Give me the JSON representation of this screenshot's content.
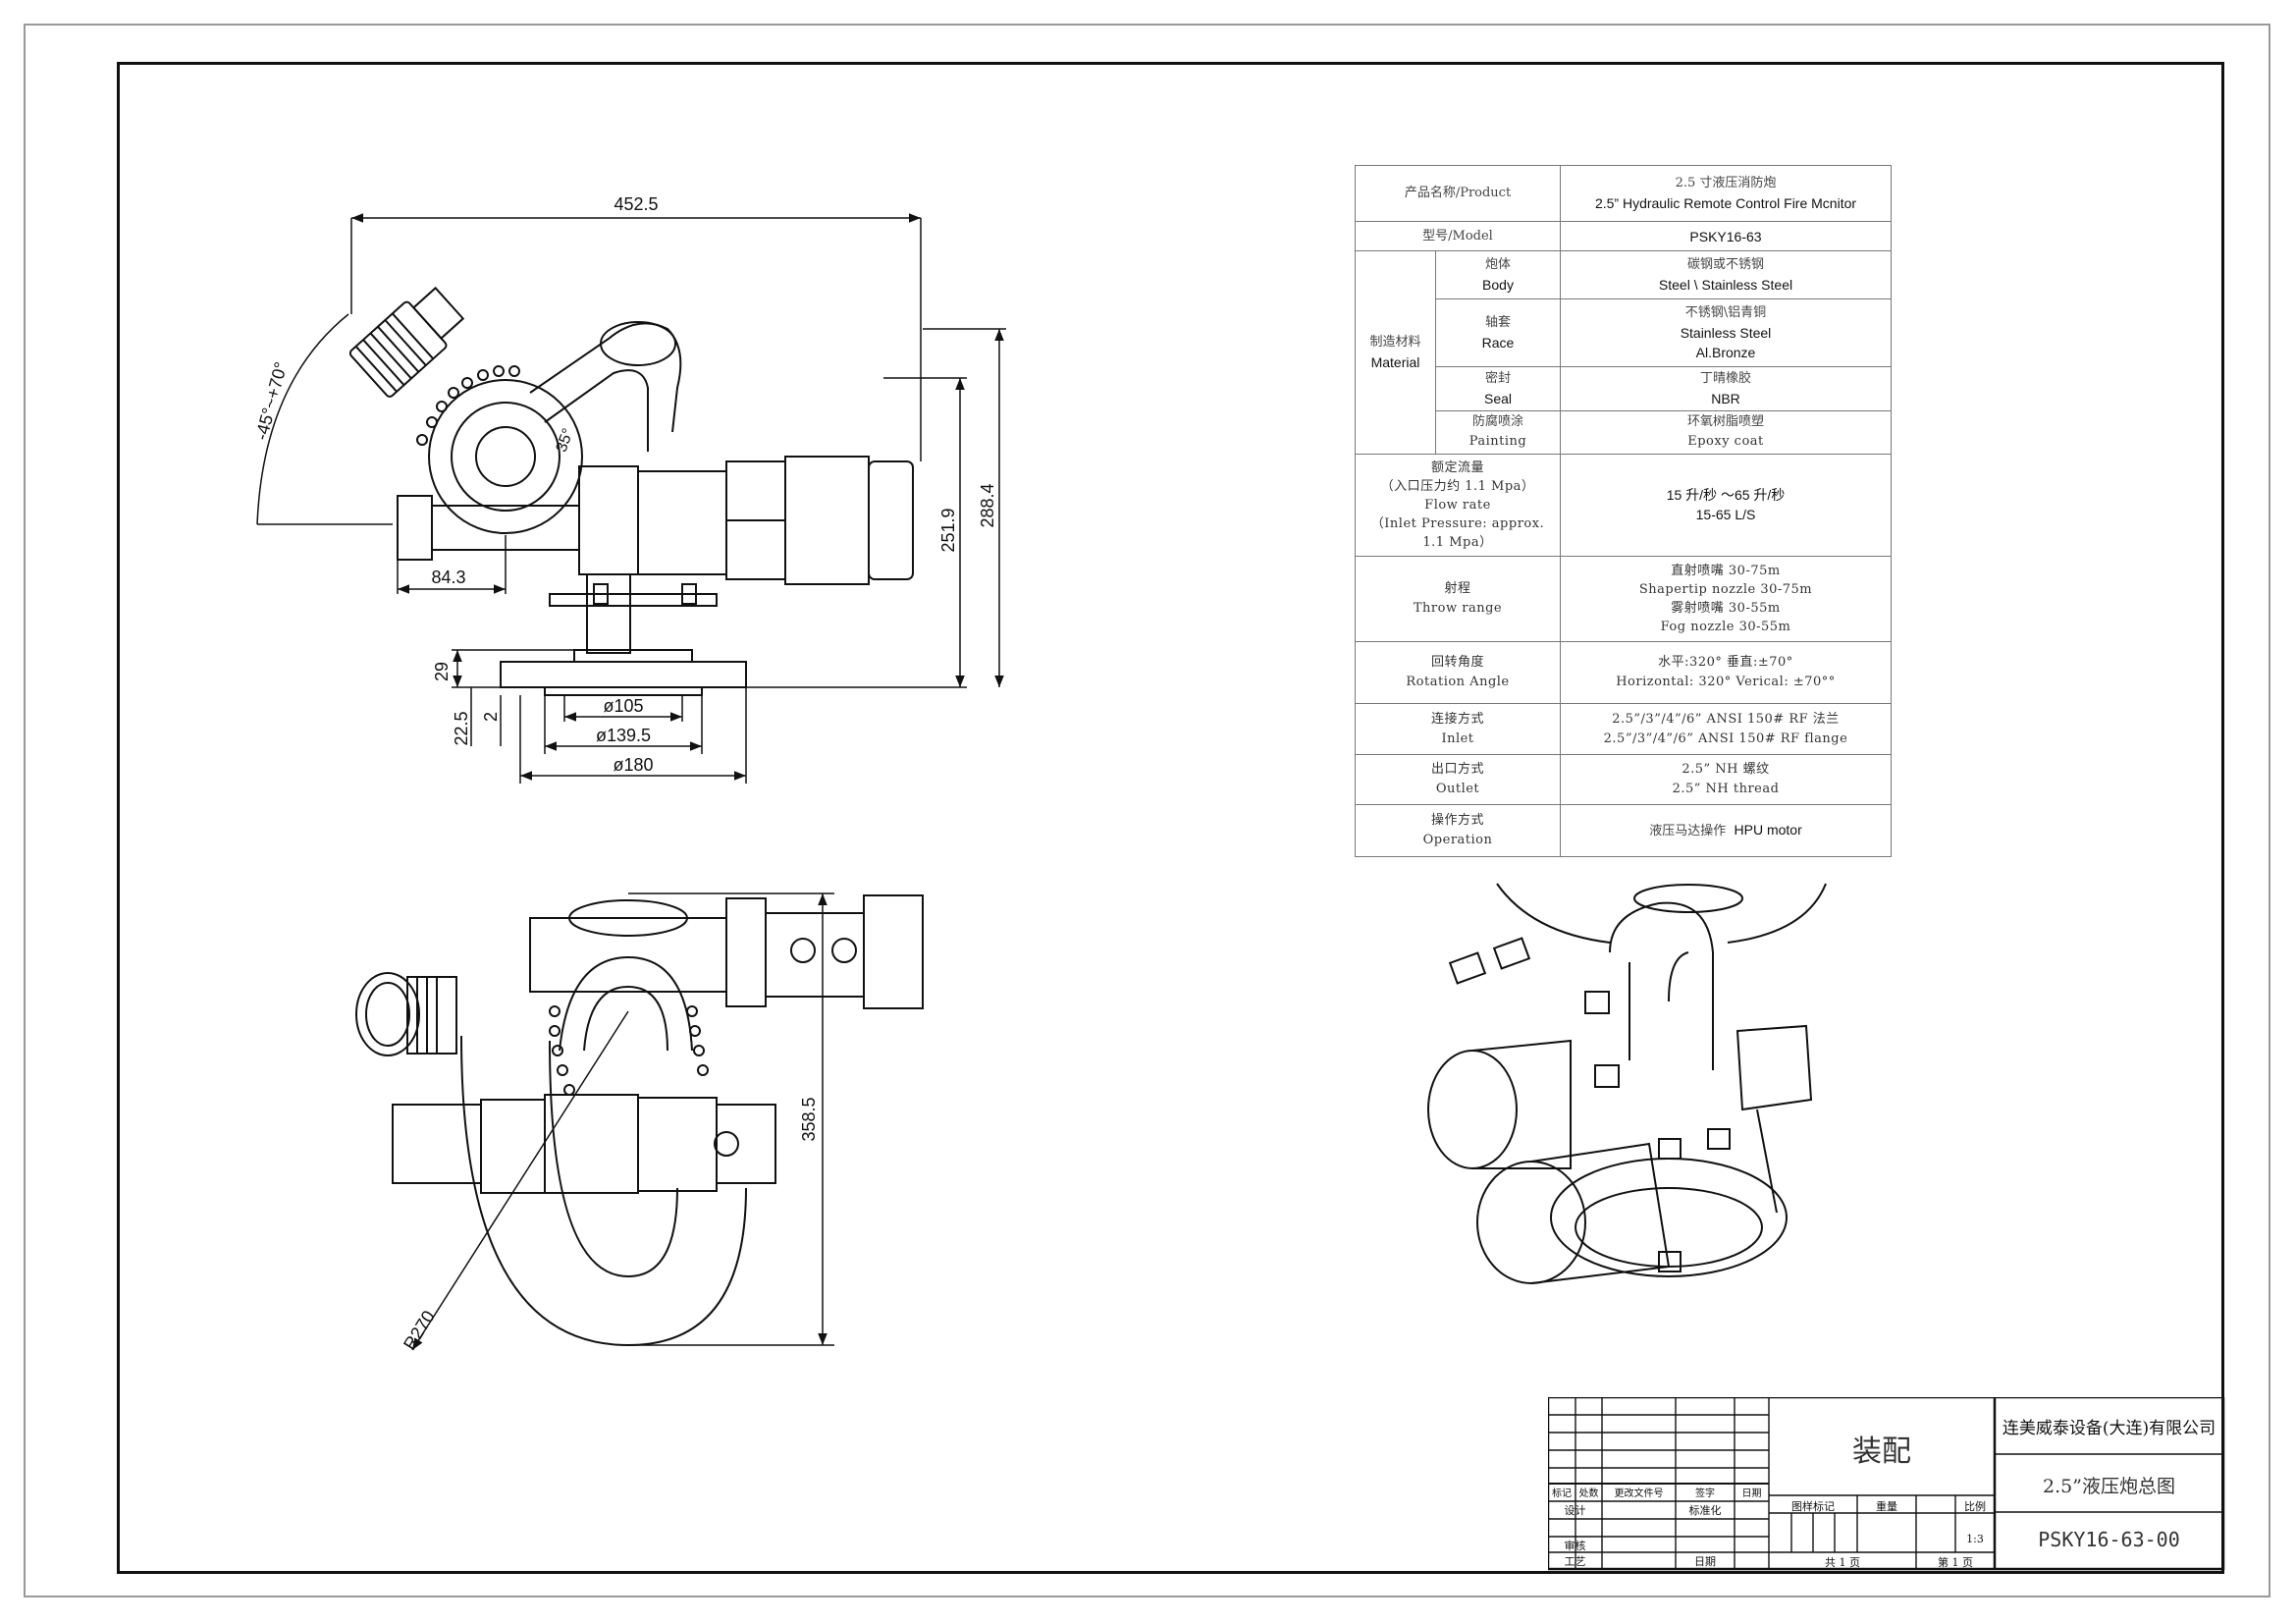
{
  "dimensions": {
    "width_total": "452.5",
    "angle_range": "-45°~+70°",
    "angle_small": "35°",
    "height_a": "251.9",
    "height_b": "288.4",
    "offset": "84.3",
    "base_thk": "29",
    "base_a": "22.5",
    "base_b": "2",
    "dia_a": "ø105",
    "dia_b": "ø139.5",
    "dia_c": "ø180",
    "plan_height": "358.5",
    "radius": "R270"
  },
  "spec_table": {
    "product_label": "产品名称/Product",
    "product_zh": "2.5 寸液压消防炮",
    "product_en": "2.5” Hydraulic Remote Control Fire Mcnitor",
    "model_label": "型号/Model",
    "model_value": "PSKY16-63",
    "material_label_zh": "制造材料",
    "material_label_en": "Material",
    "body_zh": "炮体",
    "body_en": "Body",
    "body_val_zh": "碳钢或不锈钢",
    "body_val_en": "Steel \\ Stainless Steel",
    "race_zh": "轴套",
    "race_en": "Race",
    "race_val_zh": "不锈钢\\铝青铜",
    "race_val_en1": "Stainless Steel",
    "race_val_en2": "Al.Bronze",
    "seal_zh": "密封",
    "seal_en": "Seal",
    "seal_val_zh": "丁晴橡胶",
    "seal_val_en": "NBR",
    "paint_zh": "防腐喷涂",
    "paint_en": "Painting",
    "paint_val_zh": "环氧树脂喷塑",
    "paint_val_en": "Epoxy coat",
    "flow_l1": "额定流量",
    "flow_l2": "（入口压力约 1.1 Mpa）",
    "flow_l3": "Flow  rate",
    "flow_l4": "（Inlet Pressure: approx.",
    "flow_l5": "1.1 Mpa）",
    "flow_val1": "15 升/秒 ～65 升/秒",
    "flow_val2": "15-65 L/S",
    "throw_zh": "射程",
    "throw_en": "Throw range",
    "throw_v1": "直射喷嘴 30-75m",
    "throw_v2": "Shapertip nozzle 30-75m",
    "throw_v3": "雾射喷嘴 30-55m",
    "throw_v4": "Fog nozzle 30-55m",
    "rot_zh": "回转角度",
    "rot_en": "Rotation Angle",
    "rot_v1": "水平:320°  垂直:±70°",
    "rot_v2": "Horizontal: 320°  Verical: ±70°°",
    "inlet_zh": "连接方式",
    "inlet_en": "Inlet",
    "inlet_v1": "2.5”/3”/4”/6” ANSI 150# RF 法兰",
    "inlet_v2": "2.5”/3”/4”/6”  ANSI  150# RF flange",
    "outlet_zh": "出口方式",
    "outlet_en": "Outlet",
    "outlet_v1": "2.5” NH 螺纹",
    "outlet_v2": "2.5” NH thread",
    "op_zh": "操作方式",
    "op_en": "Operation",
    "op_v_zh": "液压马达操作",
    "op_v_en": "HPU motor"
  },
  "title_block": {
    "assembly": "装配",
    "company": "连美威泰设备(大连)有限公司",
    "drawing_name": "2.5”液压炮总图",
    "drawing_no": "PSKY16-63-00",
    "h_mark": "标记",
    "h_count": "处数",
    "h_doc": "更改文件号",
    "h_sign": "签字",
    "h_date": "日期",
    "design": "设计",
    "standard": "标准化",
    "review": "审核",
    "process": "工艺",
    "date": "日期",
    "stage": "图样标记",
    "weight": "重量",
    "scale_label": "比例",
    "scale": "1:3",
    "sheets_total": "共 1 页",
    "sheet_no": "第 1 页"
  }
}
